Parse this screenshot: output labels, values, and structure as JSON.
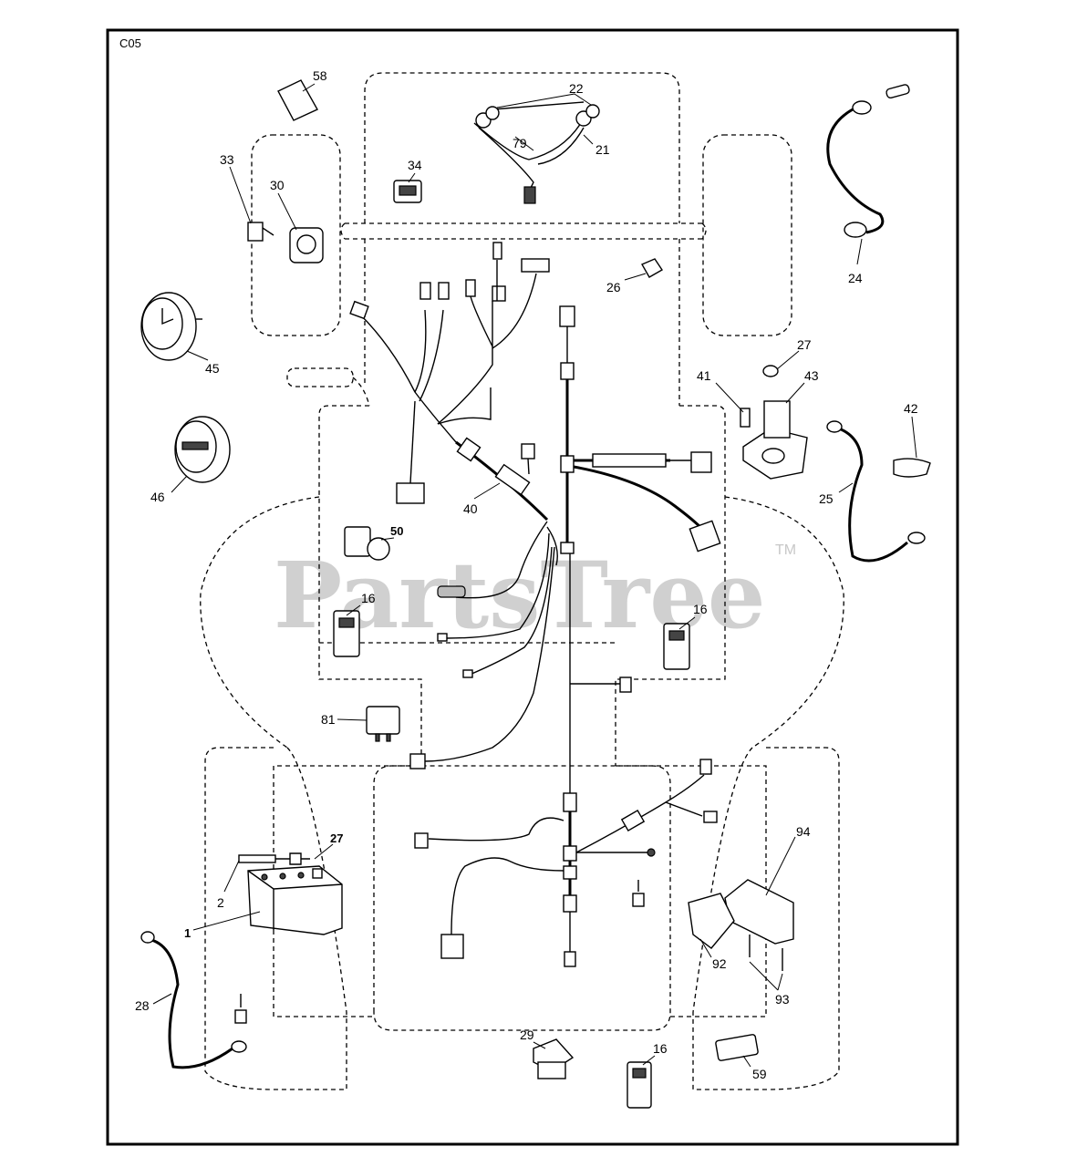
{
  "diagram_code": "C05",
  "watermark": {
    "text": "PartsTree",
    "mark": "TM"
  },
  "callouts": [
    {
      "id": "58",
      "label": "58"
    },
    {
      "id": "22",
      "label": "22"
    },
    {
      "id": "79",
      "label": "79"
    },
    {
      "id": "21",
      "label": "21"
    },
    {
      "id": "33",
      "label": "33"
    },
    {
      "id": "30",
      "label": "30"
    },
    {
      "id": "34",
      "label": "34"
    },
    {
      "id": "26",
      "label": "26"
    },
    {
      "id": "24",
      "label": "24"
    },
    {
      "id": "45",
      "label": "45"
    },
    {
      "id": "27a",
      "label": "27"
    },
    {
      "id": "41",
      "label": "41"
    },
    {
      "id": "43",
      "label": "43"
    },
    {
      "id": "42",
      "label": "42"
    },
    {
      "id": "46",
      "label": "46"
    },
    {
      "id": "40",
      "label": "40"
    },
    {
      "id": "25",
      "label": "25"
    },
    {
      "id": "50",
      "label": "50"
    },
    {
      "id": "16a",
      "label": "16"
    },
    {
      "id": "16b",
      "label": "16"
    },
    {
      "id": "81",
      "label": "81"
    },
    {
      "id": "27b",
      "label": "27"
    },
    {
      "id": "2",
      "label": "2"
    },
    {
      "id": "1",
      "label": "1"
    },
    {
      "id": "94",
      "label": "94"
    },
    {
      "id": "92",
      "label": "92"
    },
    {
      "id": "93",
      "label": "93"
    },
    {
      "id": "28",
      "label": "28"
    },
    {
      "id": "29",
      "label": "29"
    },
    {
      "id": "16c",
      "label": "16"
    },
    {
      "id": "59",
      "label": "59"
    }
  ]
}
